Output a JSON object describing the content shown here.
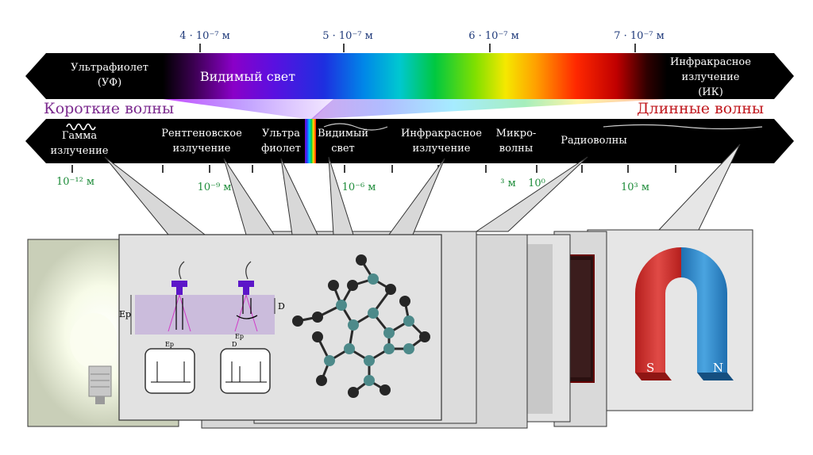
{
  "top_scale": {
    "ticks": [
      "4 · 10⁻⁷ м",
      "5 · 10⁻⁷ м",
      "6 · 10⁻⁷ м",
      "7 · 10⁻⁷ м"
    ]
  },
  "top_band": {
    "uv_line1": "Ультрафиолет",
    "uv_line2": "(УФ)",
    "visible": "Видимый свет",
    "ir_line1": "Инфракрасное",
    "ir_line2": "излучение",
    "ir_line3": "(ИК)"
  },
  "short_waves": "Короткие волны",
  "long_waves": "Длинные волны",
  "bottom_band": {
    "gamma_1": "Гамма",
    "gamma_2": "излучение",
    "xray_1": "Рентгеновское",
    "xray_2": "излучение",
    "uv_1": "Ультра",
    "uv_2": "фиолет",
    "vis_1": "Видимый",
    "vis_2": "свет",
    "ir_1": "Инфракрасное",
    "ir_2": "излучение",
    "micro_1": "Микро-",
    "micro_2": "волны",
    "radio": "Радиоволны"
  },
  "bottom_scale": {
    "t1": "10⁻¹² м",
    "t2": "10⁻⁹ м",
    "t3": "10⁻⁶ м",
    "t4": "³ м",
    "t5": "10⁰",
    "t6": "10³ м"
  },
  "panels": {
    "measure_ep": "Ep",
    "measure_d": "D",
    "magnet_s": "S",
    "magnet_n": "N"
  },
  "colors": {
    "band": "#000000",
    "short_waves": "#7b2a8e",
    "long_waves": "#c0181e",
    "top_scale": "#1f3a7a",
    "bottom_scale": "#1e8c3a",
    "magnet_red": "#d8322f",
    "magnet_blue": "#2f86c8"
  }
}
